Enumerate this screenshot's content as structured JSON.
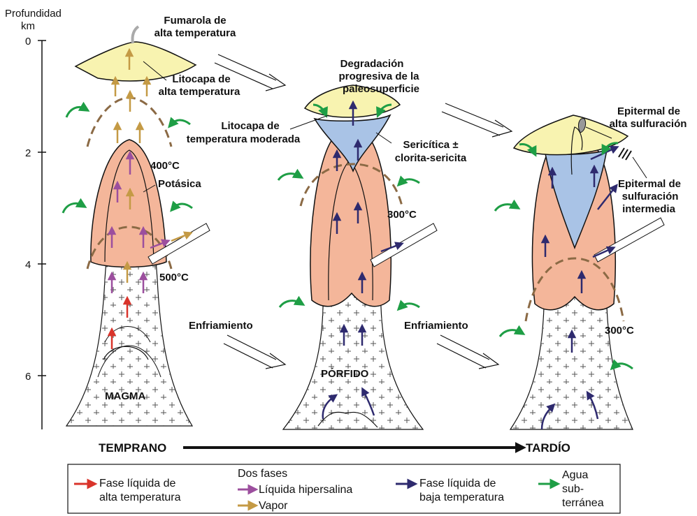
{
  "axis": {
    "title": "Profundidad",
    "unit": "km",
    "ticks": [
      "0",
      "2",
      "4",
      "6"
    ]
  },
  "stage1": {
    "fumarole": [
      "Fumarola de",
      "alta temperatura"
    ],
    "lithocap": [
      "Litocapa de",
      "alta temperatura"
    ],
    "potassic": "Potásica",
    "t400": "400°C",
    "t500": "500°C",
    "magma": "MAGMA"
  },
  "stage2": {
    "degradation": [
      "Degradación",
      "progresiva de la",
      "paleosuperficie"
    ],
    "lithocap": [
      "Litocapa de",
      "temperatura moderada"
    ],
    "sericitic": [
      "Sericítica ±",
      "clorita-sericita"
    ],
    "t300": "300°C",
    "porphyry": "PÓRFIDO"
  },
  "stage3": {
    "high_sulf": [
      "Epitermal de",
      "alta sulfuración"
    ],
    "int_sulf": [
      "Epitermal de",
      "sulfuración",
      "intermedia"
    ],
    "t300": "300°C"
  },
  "cooling": [
    "Enfriamiento",
    "Enfriamiento"
  ],
  "timeline": {
    "start": "TEMPRANO",
    "end": "TARDÍO"
  },
  "legend": {
    "high_temp_liquid": [
      "Fase líquida de",
      "alta temperatura"
    ],
    "two_phase_title": "Dos fases",
    "hypersaline": "Líquida hipersalina",
    "vapor": "Vapor",
    "low_temp_liquid": [
      "Fase líquida de",
      "baja temperatura"
    ],
    "groundwater": [
      "Agua",
      "sub-",
      "terránea"
    ]
  },
  "colors": {
    "high_temp_liquid": "#d9342b",
    "hypersaline": "#9c4f9e",
    "vapor": "#c49a45",
    "low_temp_liquid": "#2e2a6e",
    "groundwater": "#1e9e45",
    "potassic_fill": "#f4b69a",
    "lithocap_fill": "#f8f3b0",
    "sericitic_fill": "#a9c3e6",
    "isotherm": "#8b6a45"
  }
}
